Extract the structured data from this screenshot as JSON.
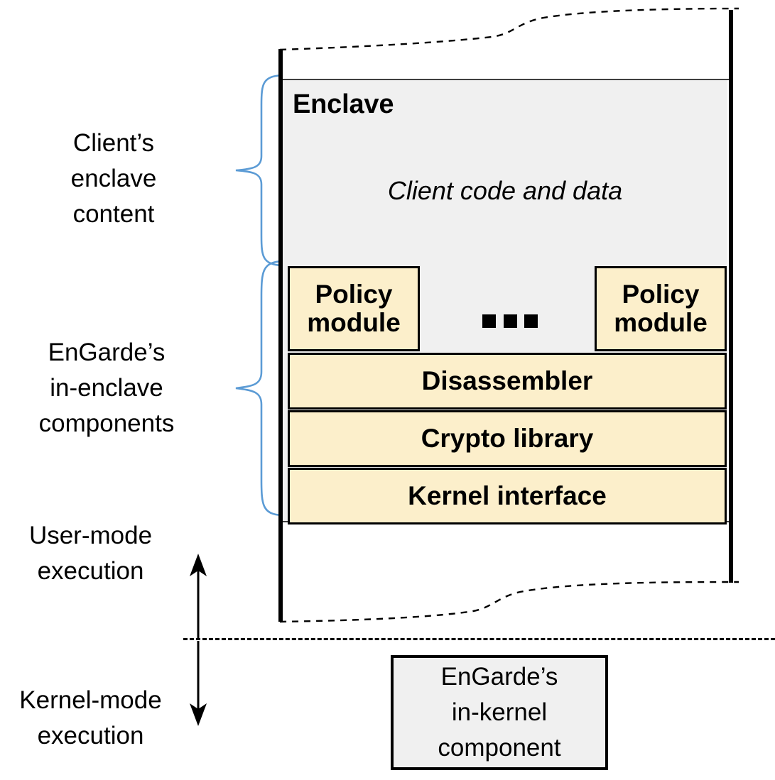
{
  "colors": {
    "enclave_fill": "#f0f0f0",
    "component_fill": "#fcefcb",
    "brace_stroke": "#5b9bd5",
    "outline": "#000000",
    "background": "#ffffff"
  },
  "side_labels": {
    "client_enclave_content": "Client’s\nenclave\ncontent",
    "engarde_in_enclave_components": "EnGarde’s\nin-enclave\ncomponents",
    "user_mode_execution": "User-mode\nexecution",
    "kernel_mode_execution": "Kernel-mode\nexecution"
  },
  "enclave": {
    "title": "Enclave",
    "client_region_label": "Client code and data",
    "ellipsis_label": "...",
    "components": [
      {
        "id": "policy-module-left",
        "label": "Policy\nmodule"
      },
      {
        "id": "policy-module-right",
        "label": "Policy\nmodule"
      },
      {
        "id": "disassembler",
        "label": "Disassembler"
      },
      {
        "id": "crypto-library",
        "label": "Crypto library"
      },
      {
        "id": "kernel-interface",
        "label": "Kernel interface"
      }
    ]
  },
  "kernel": {
    "in_kernel_component": "EnGarde’s\nin-kernel\ncomponent"
  },
  "icons": {
    "brace_client": "curly-brace-icon",
    "brace_engarde": "curly-brace-icon",
    "arrow_up": "arrow-up-icon",
    "arrow_down": "arrow-down-icon",
    "torn_edge_top": "torn-edge-icon",
    "torn_edge_bottom": "torn-edge-icon",
    "mode_divider": "dashed-divider-icon"
  }
}
